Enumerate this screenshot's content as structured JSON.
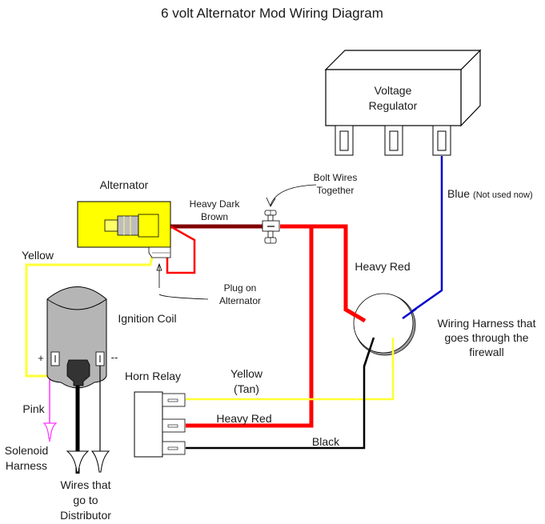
{
  "title": "6 volt Alternator Mod Wiring Diagram",
  "components": {
    "voltage_regulator": {
      "line1": "Voltage",
      "line2": "Regulator",
      "terminal_count": 3
    },
    "alternator": {
      "label": "Alternator"
    },
    "ignition_coil": {
      "label": "Ignition Coil",
      "plus": "+",
      "minus": "--"
    },
    "horn_relay": {
      "label": "Horn Relay",
      "terminal_count": 3
    },
    "firewall_harness": {
      "line1": "Wiring Harness that",
      "line2": "goes through the",
      "line3": "firewall"
    },
    "bolt": {
      "line1": "Bolt Wires",
      "line2": "Together"
    },
    "alternator_plug": {
      "line1": "Plug on",
      "line2": "Alternator"
    }
  },
  "wires": {
    "heavy_dark_brown": {
      "line1": "Heavy Dark",
      "line2": "Brown",
      "color": "#800000"
    },
    "heavy_red_upper": {
      "label": "Heavy Red",
      "color": "#ff0000"
    },
    "heavy_red_lower": {
      "label": "Heavy Red",
      "color": "#ff0000"
    },
    "blue": {
      "label": "Blue",
      "note": "(Not used now)",
      "color": "#0000cc"
    },
    "yellow_left": {
      "label": "Yellow",
      "color": "#ffff33"
    },
    "yellow_tan": {
      "line1": "Yellow",
      "line2": "(Tan)",
      "color": "#ffff33"
    },
    "black": {
      "label": "Black",
      "color": "#000000"
    },
    "pink": {
      "label": "Pink",
      "color": "#ff33ff"
    }
  },
  "terminals": {
    "solenoid": {
      "line1": "Solenoid",
      "line2": "Harness"
    },
    "distributor": {
      "line1": "Wires that",
      "line2": "go to",
      "line3": "Distributor"
    }
  }
}
